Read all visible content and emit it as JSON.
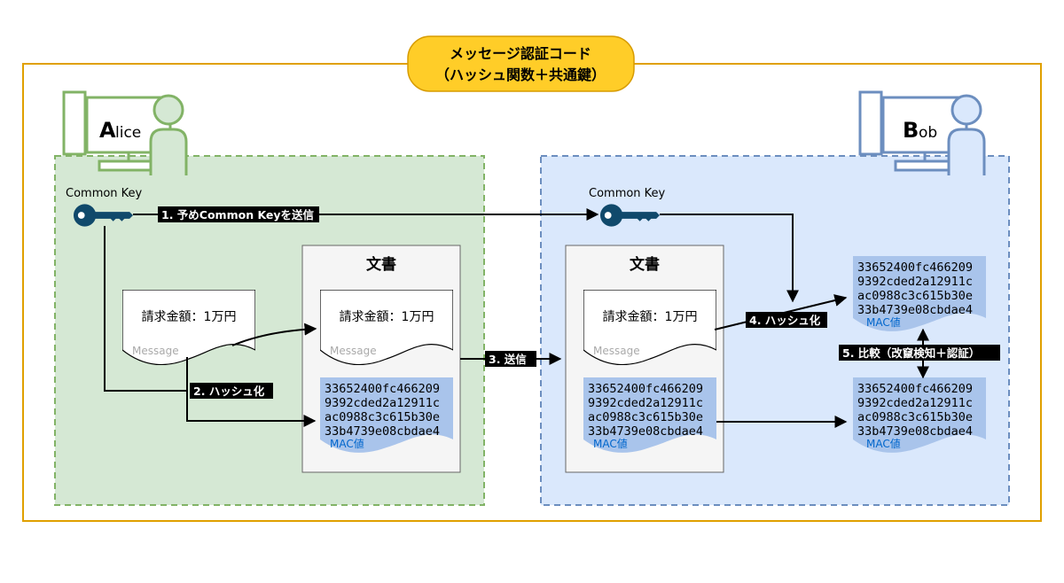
{
  "title": {
    "line1": "メッセージ認証コード",
    "line2": "（ハッシュ関数＋共通鍵）"
  },
  "alice": {
    "name_initial": "A",
    "name_rest": "lice",
    "key_label": "Common Key"
  },
  "bob": {
    "name_initial": "B",
    "name_rest": "ob",
    "key_label": "Common Key"
  },
  "message": {
    "text": "請求金額：1万円",
    "caption": "Message"
  },
  "document": {
    "title": "文書"
  },
  "mac": {
    "lines": [
      "33652400fc466209",
      "9392cded2a12911c",
      "ac0988c3c615b30e",
      "33b4739e08cbdae4"
    ],
    "caption": "MAC値"
  },
  "steps": {
    "step1": "1. 予めCommon Keyを送信",
    "step2": "2. ハッシュ化",
    "step3": "3. 送信",
    "step4": "4. ハッシュ化",
    "step5": "5. 比較（改竄検知＋認証）"
  },
  "colors": {
    "outer_border": "#e0a000",
    "title_fill": "#ffcd28",
    "alice_panel": "#d5e8d4",
    "alice_border": "#82b366",
    "bob_panel": "#dae8fc",
    "bob_border": "#6c8ebf",
    "key": "#10496b",
    "mac_fill": "#a9c4eb",
    "mac_caption": "#0066cc"
  }
}
